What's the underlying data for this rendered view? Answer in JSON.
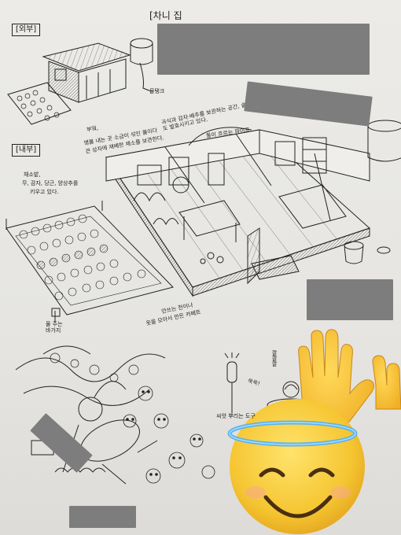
{
  "labels": {
    "exterior": "[외부]",
    "interior": "[내부]",
    "title": "[차니 집",
    "pipe": "물탱크",
    "storage_note": "곡식과 감자·배추를 보관하는 공간, 술도 발효시키고 있다.",
    "pipe_label": "물이 흐르는 파이프",
    "kitchen_note_1": "부엌,",
    "kitchen_note_2": "맹물 내는 곳 소금이 섞인 물이다",
    "kitchen_note_3": "큰 상자에 재배한 채소를 보관한다.",
    "field_note_1": "채소밭,",
    "field_note_2": "무, 감자, 당근, 양상추를",
    "field_note_3": "키우고 있다.",
    "carpet_note_1": "안쓰는 천이나",
    "carpet_note_2": "옷을 모아서 만든 카페트",
    "fence_note": "물 주는 바가지",
    "tool_note": "씨앗 뿌리는 도구",
    "sfx_1": "쑥쑥!",
    "sfx_2": "콸콸콸"
  },
  "overlays": {
    "halo_emoji": "smiling-face-with-halo",
    "hands_emoji": "raised-hands"
  },
  "colors": {
    "paper": "#e8e7e3",
    "ink": "#222222",
    "redaction": "#7d7d7d",
    "emoji_yellow": "#f5c531",
    "halo_blue": "#5ab4f0"
  }
}
